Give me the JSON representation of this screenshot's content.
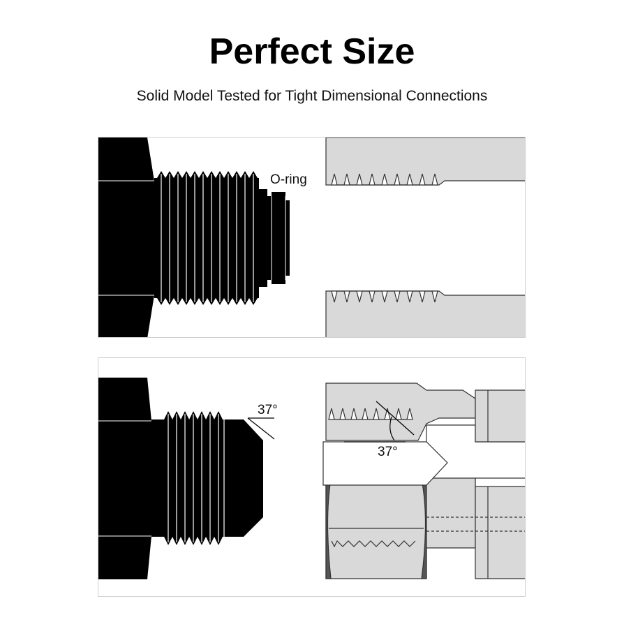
{
  "header": {
    "title": "Perfect Size",
    "subtitle": "Solid Model Tested for Tight Dimensional Connections"
  },
  "diagrams": [
    {
      "labels": {
        "oring": "O-ring"
      }
    },
    {
      "labels": {
        "angle_male": "37°",
        "angle_female": "37°"
      }
    }
  ],
  "colors": {
    "male_fitting": "#000000",
    "female_fitting": "#d9d9d9",
    "outline": "#333333",
    "border": "#cfcfcf"
  }
}
